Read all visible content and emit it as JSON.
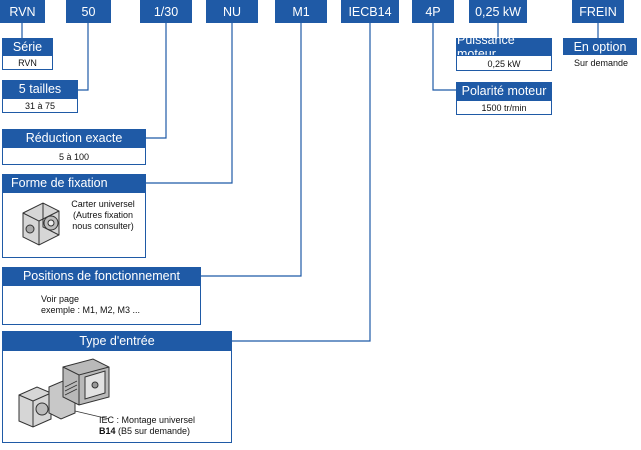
{
  "codes": [
    "RVN",
    "50",
    "1/30",
    "NU",
    "M1",
    "IECB14",
    "4P",
    "0,25 kW",
    "FREIN"
  ],
  "serie": {
    "title": "Série",
    "value": "RVN"
  },
  "tailles": {
    "title": "5 tailles",
    "value": "31 à 75"
  },
  "reduction": {
    "title": "Réduction exacte",
    "value": "5 à 100"
  },
  "fixation": {
    "title": "Forme de fixation",
    "line1": "Carter universel",
    "line2": "(Autres fixation",
    "line3": "nous consulter)"
  },
  "positions": {
    "title": "Positions de fonctionnement",
    "line1": "Voir page",
    "line2": "exemple : M1, M2, M3 ..."
  },
  "entree": {
    "title": "Type d'entrée",
    "line1": "IEC : Montage universel",
    "bold": "B14",
    "rest": " (B5 sur demande)"
  },
  "puissance": {
    "title": "Puissance moteur",
    "value": "0,25 kW"
  },
  "option": {
    "title": "En option",
    "value": "Sur demande"
  },
  "polarite": {
    "title": "Polarité moteur",
    "value": "1500 tr/min"
  },
  "colors": {
    "accent": "#1f5aa6"
  }
}
